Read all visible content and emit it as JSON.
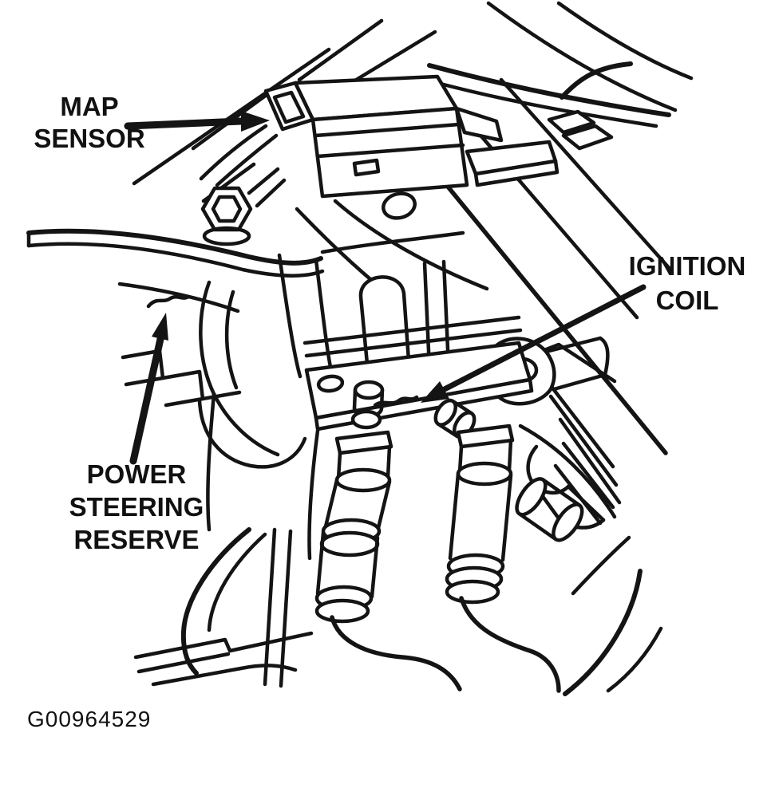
{
  "figure_code": "G00964529",
  "callouts": [
    {
      "id": "map-sensor",
      "lines": [
        "MAP",
        "SENSOR"
      ]
    },
    {
      "id": "ignition-coil",
      "lines": [
        "IGNITION",
        "COIL"
      ]
    },
    {
      "id": "power-steering-reserve",
      "lines": [
        "POWER",
        "STEERING",
        "RESERVE"
      ]
    }
  ],
  "colors": {
    "ink": "#141414",
    "paper": "#ffffff"
  }
}
